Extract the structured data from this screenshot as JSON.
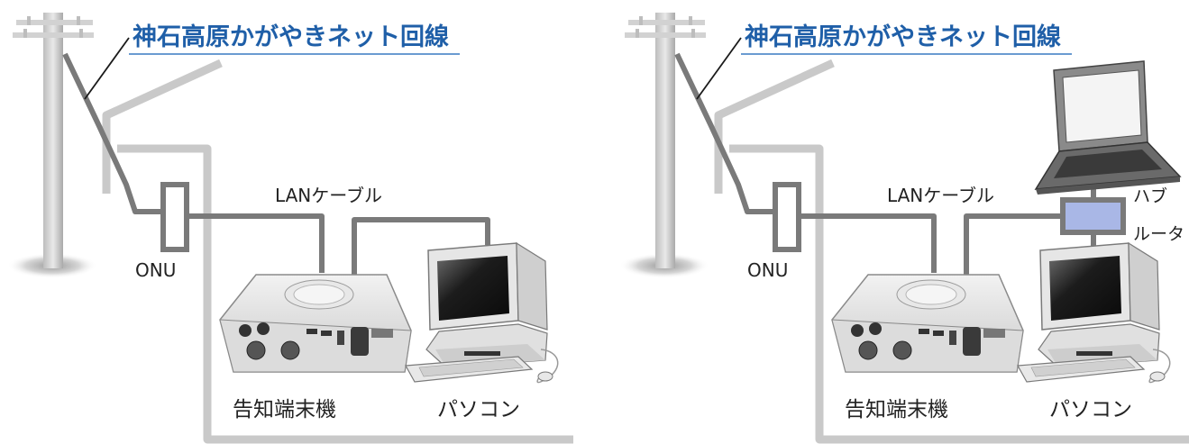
{
  "colors": {
    "title": "#1f5fa8",
    "underline": "#6a9bd1",
    "line_dark": "#7a7a7a",
    "line_light": "#c8c8c8",
    "hub": "#a9b7e6"
  },
  "left_diagram": {
    "title": "神石高原かがやきネット回線",
    "onu_label": "ONU",
    "cable_label": "LANケーブル",
    "terminal_label": "告知端末機",
    "pc_label": "パソコン",
    "icons": [
      "utility-pole-icon",
      "onu-box-icon",
      "announcement-terminal-icon",
      "desktop-computer-icon"
    ]
  },
  "right_diagram": {
    "title": "神石高原かがやきネット回線",
    "onu_label": "ONU",
    "cable_label": "LANケーブル",
    "hub_label": "ハブ",
    "router_label": "ルータ",
    "terminal_label": "告知端末機",
    "pc_label": "パソコン",
    "icons": [
      "utility-pole-icon",
      "onu-box-icon",
      "hub-router-icon",
      "laptop-icon",
      "announcement-terminal-icon",
      "desktop-computer-icon"
    ]
  }
}
